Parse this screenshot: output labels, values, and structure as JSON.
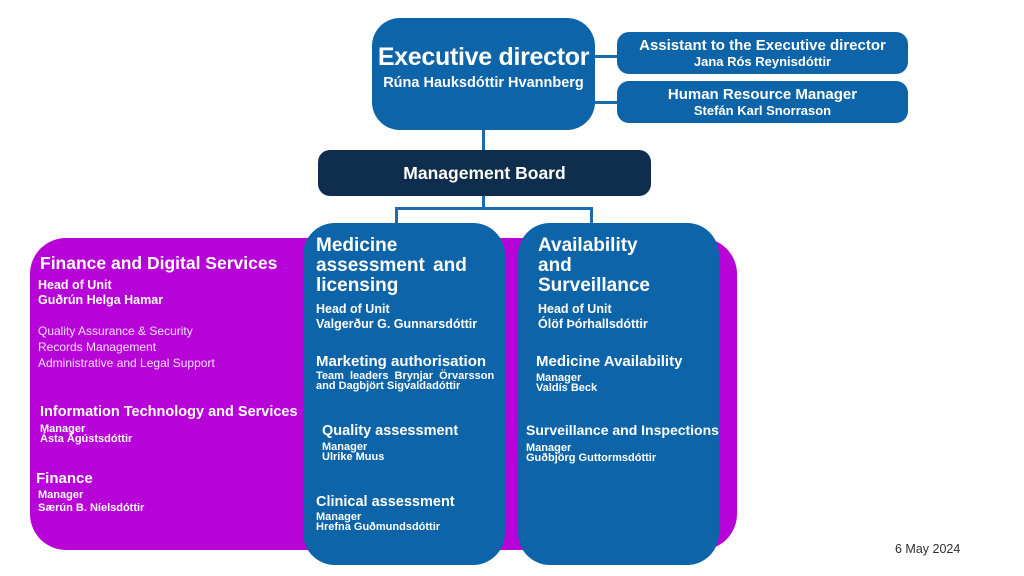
{
  "meta": {
    "date": "6 May 2024"
  },
  "colors": {
    "blue": "#0e64a8",
    "navy": "#0f2d4c",
    "magenta": "#b703d8",
    "connector": "#1a6cae"
  },
  "executive": {
    "title": "Executive director",
    "name": "Rúna Hauksdóttir Hvannberg"
  },
  "assistant": {
    "title": "Assistant to the Executive director",
    "name": "Jana Rós Reynisdóttir"
  },
  "hr": {
    "title": "Human Resource Manager",
    "name": "Stefán Karl Snorrason"
  },
  "board": {
    "title": "Management Board"
  },
  "finance_unit": {
    "title": "Finance and Digital Services",
    "head_label": "Head of Unit",
    "head_name": "Guðrún Helga Hamar",
    "services": [
      "Quality Assurance & Security",
      "Records Management",
      "Administrative and Legal Support"
    ],
    "it_section": {
      "title": "Information Technology and Services",
      "role": "Manager",
      "name": "Ásta Ágústsdóttir"
    },
    "finance_section": {
      "title": "Finance",
      "role": "Manager",
      "name": "Særún B. Níelsdóttir"
    }
  },
  "medicine_unit": {
    "title_lines": [
      "Medicine",
      "assessment and",
      "licensing"
    ],
    "head_label": "Head of Unit",
    "head_name": "Valgerður G. Gunnarsdóttir",
    "marketing_section": {
      "title": "Marketing authorisation",
      "role_lines": [
        "Team leaders Brynjar Örvarsson",
        "and Dagbjört Sigvaldadóttir"
      ]
    },
    "quality_section": {
      "title": "Quality assessment",
      "role": "Manager",
      "name": "Ulrike Muus"
    },
    "clinical_section": {
      "title": "Clinical assessment",
      "role": "Manager",
      "name": "Hrefna Guðmundsdóttir"
    }
  },
  "availability_unit": {
    "title_lines": [
      "Availability",
      "and",
      "Surveillance"
    ],
    "head_label": "Head of Unit",
    "head_name": "Ólöf Þórhallsdóttir",
    "availability_section": {
      "title": "Medicine Availability",
      "role": "Manager",
      "name": "Valdís Beck"
    },
    "surveillance_section": {
      "title": "Surveillance and Inspections",
      "role": "Manager",
      "name": "Guðbjörg Guttormsdóttir"
    }
  }
}
